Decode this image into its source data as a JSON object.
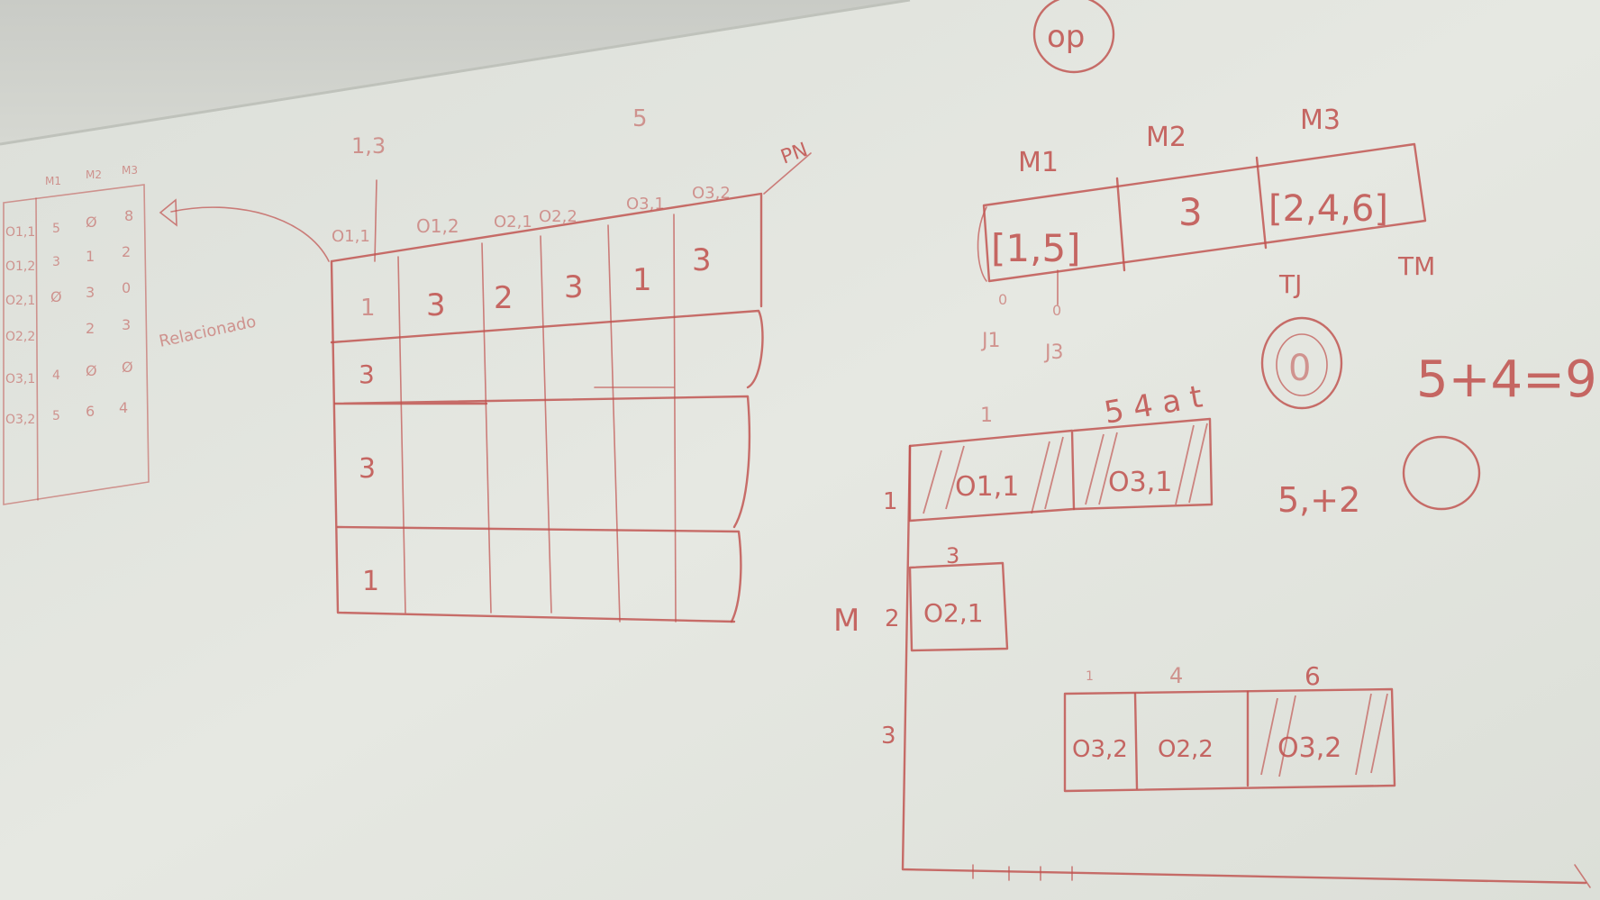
{
  "colors": {
    "board": "#e3e6e0",
    "board_edge": "#d0d3cb",
    "wall": "#cfd1cc",
    "marker": "#c0504d"
  },
  "left_table": {
    "header": [
      "M1",
      "M2",
      "M3"
    ],
    "rows": [
      [
        "O1,1",
        "5",
        "Ø",
        "8"
      ],
      [
        "O1,2",
        "3",
        "1",
        "2"
      ],
      [
        "O2,1",
        "Ø",
        "3",
        "0"
      ],
      [
        "O2,2",
        "",
        "2",
        "3"
      ],
      [
        "O3,1",
        "4",
        "Ø",
        "Ø"
      ],
      [
        "O3,2",
        "5",
        "6",
        "4"
      ]
    ],
    "side_note": "Relacionado"
  },
  "middle_table": {
    "top_labels": [
      "1,3",
      "5"
    ],
    "marker": "PN",
    "columns": [
      "O1,1",
      "O1,2",
      "O2,1",
      "O2,2",
      "O3,1",
      "O3,2"
    ],
    "first_row": [
      "1",
      "3",
      "2",
      "3",
      "1",
      "3"
    ],
    "row_labels": [
      "3",
      "3",
      "1"
    ]
  },
  "top_right": {
    "circle_label": "op",
    "machines": [
      "M1",
      "M2",
      "M3"
    ],
    "cells": [
      "[1,5]",
      "3",
      "[2,4,6]"
    ],
    "under_marks": [
      "0",
      "0"
    ],
    "job_labels": [
      "J1",
      "J3"
    ],
    "tj": "TJ",
    "tm": "TM",
    "tj_value": "0",
    "equation": "5+4=9",
    "equation2": "5,+2"
  },
  "gantt": {
    "axis_label": "M",
    "rows": [
      "1",
      "2",
      "3"
    ],
    "makespan_note": "5 4 a t",
    "top_marks": [
      "1",
      "3",
      "4",
      "6",
      "1"
    ],
    "blocks": [
      "O1,1",
      "O3,1",
      "O2,1",
      "O3,2",
      "O2,2",
      "O3,2"
    ]
  }
}
